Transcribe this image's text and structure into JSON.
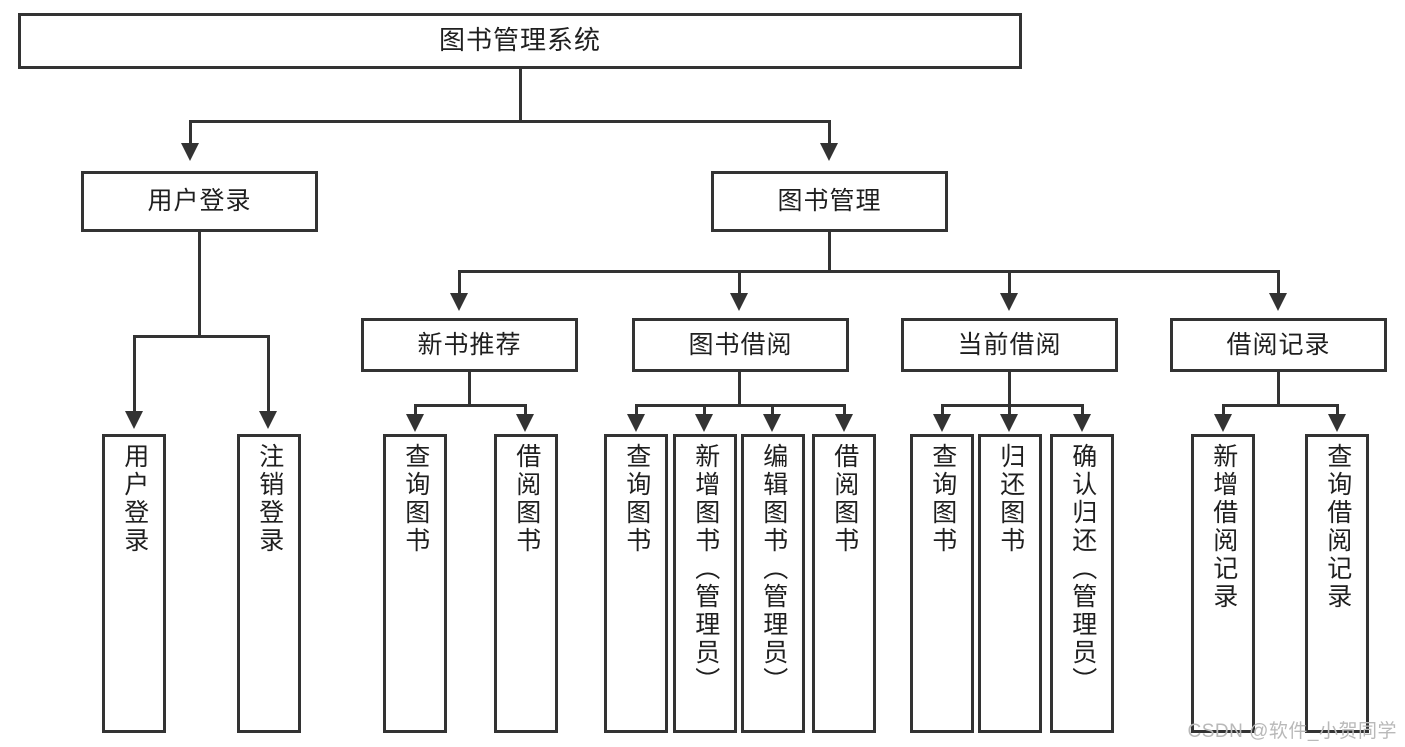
{
  "diagram": {
    "title": "图书管理系统",
    "type": "tree-hierarchy-chart",
    "root": {
      "id": "root",
      "label": "图书管理系统"
    },
    "level1": [
      {
        "id": "user-login",
        "label": "用户登录"
      },
      {
        "id": "book-manage",
        "label": "图书管理"
      }
    ],
    "level2": [
      {
        "id": "new-book-rec",
        "label": "新书推荐",
        "parent": "book-manage"
      },
      {
        "id": "book-borrow",
        "label": "图书借阅",
        "parent": "book-manage"
      },
      {
        "id": "current-borrow",
        "label": "当前借阅",
        "parent": "book-manage"
      },
      {
        "id": "borrow-record",
        "label": "借阅记录",
        "parent": "book-manage"
      }
    ],
    "leaves": {
      "user_login": [
        {
          "id": "leaf-user-login",
          "label": "用户登录"
        },
        {
          "id": "leaf-logout",
          "label": "注销登录"
        }
      ],
      "new_book_rec": [
        {
          "id": "leaf-query-book-1",
          "label": "查询图书"
        },
        {
          "id": "leaf-borrow-book-1",
          "label": "借阅图书"
        }
      ],
      "book_borrow": [
        {
          "id": "leaf-query-book-2",
          "label": "查询图书"
        },
        {
          "id": "leaf-add-book",
          "label": "新增图书（管理员）"
        },
        {
          "id": "leaf-edit-book",
          "label": "编辑图书（管理员）"
        },
        {
          "id": "leaf-borrow-book-2",
          "label": "借阅图书"
        }
      ],
      "current_borrow": [
        {
          "id": "leaf-query-book-3",
          "label": "查询图书"
        },
        {
          "id": "leaf-return-book",
          "label": "归还图书"
        },
        {
          "id": "leaf-confirm-return",
          "label": "确认归还（管理员）"
        }
      ],
      "borrow_record": [
        {
          "id": "leaf-add-record",
          "label": "新增借阅记录"
        },
        {
          "id": "leaf-query-record",
          "label": "查询借阅记录"
        }
      ]
    }
  },
  "watermark": {
    "text": "CSDN @软件_小贺同学"
  },
  "colors": {
    "background": "#ffffff",
    "stroke": "#333333",
    "text": "#1f1f1f",
    "watermark": "#b9b9b9"
  }
}
